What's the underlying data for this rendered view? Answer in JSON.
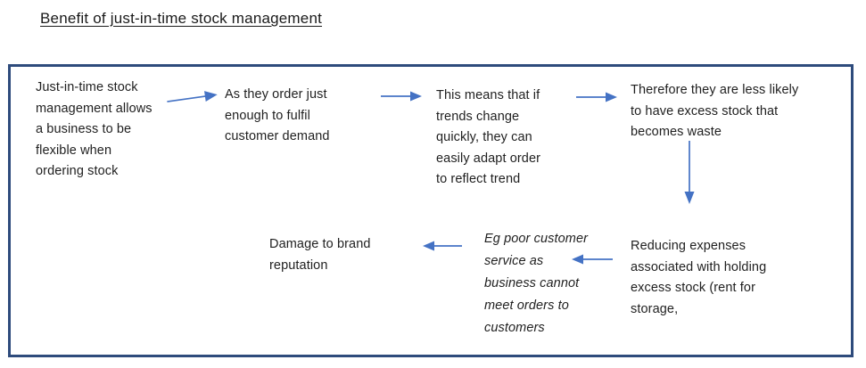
{
  "title": "Benefit of just-in-time stock management",
  "diagram": {
    "colors": {
      "outer_border": "#2e4b7c",
      "arrow": "#4472c4",
      "text": "#1f1f1f"
    },
    "steps": [
      {
        "id": 1,
        "text": "Just-in-time stock\nmanagement allows\na business to be\nflexible when\nordering stock"
      },
      {
        "id": 2,
        "text": "As they order just\nenough to fulfil\ncustomer demand"
      },
      {
        "id": 3,
        "text": "This means that if\ntrends change\nquickly, they can\neasily adapt order\nto reflect trend"
      },
      {
        "id": 4,
        "text": "Therefore they are less likely\nto have excess stock that\nbecomes waste"
      },
      {
        "id": 5,
        "text": "Reducing expenses\nassociated with holding\nexcess stock (rent for\nstorage,"
      },
      {
        "id": 6,
        "text": "Eg poor customer\nservice as\nbusiness cannot\nmeet orders to\ncustomers"
      },
      {
        "id": 7,
        "text": "Damage to brand\nreputation"
      }
    ]
  }
}
